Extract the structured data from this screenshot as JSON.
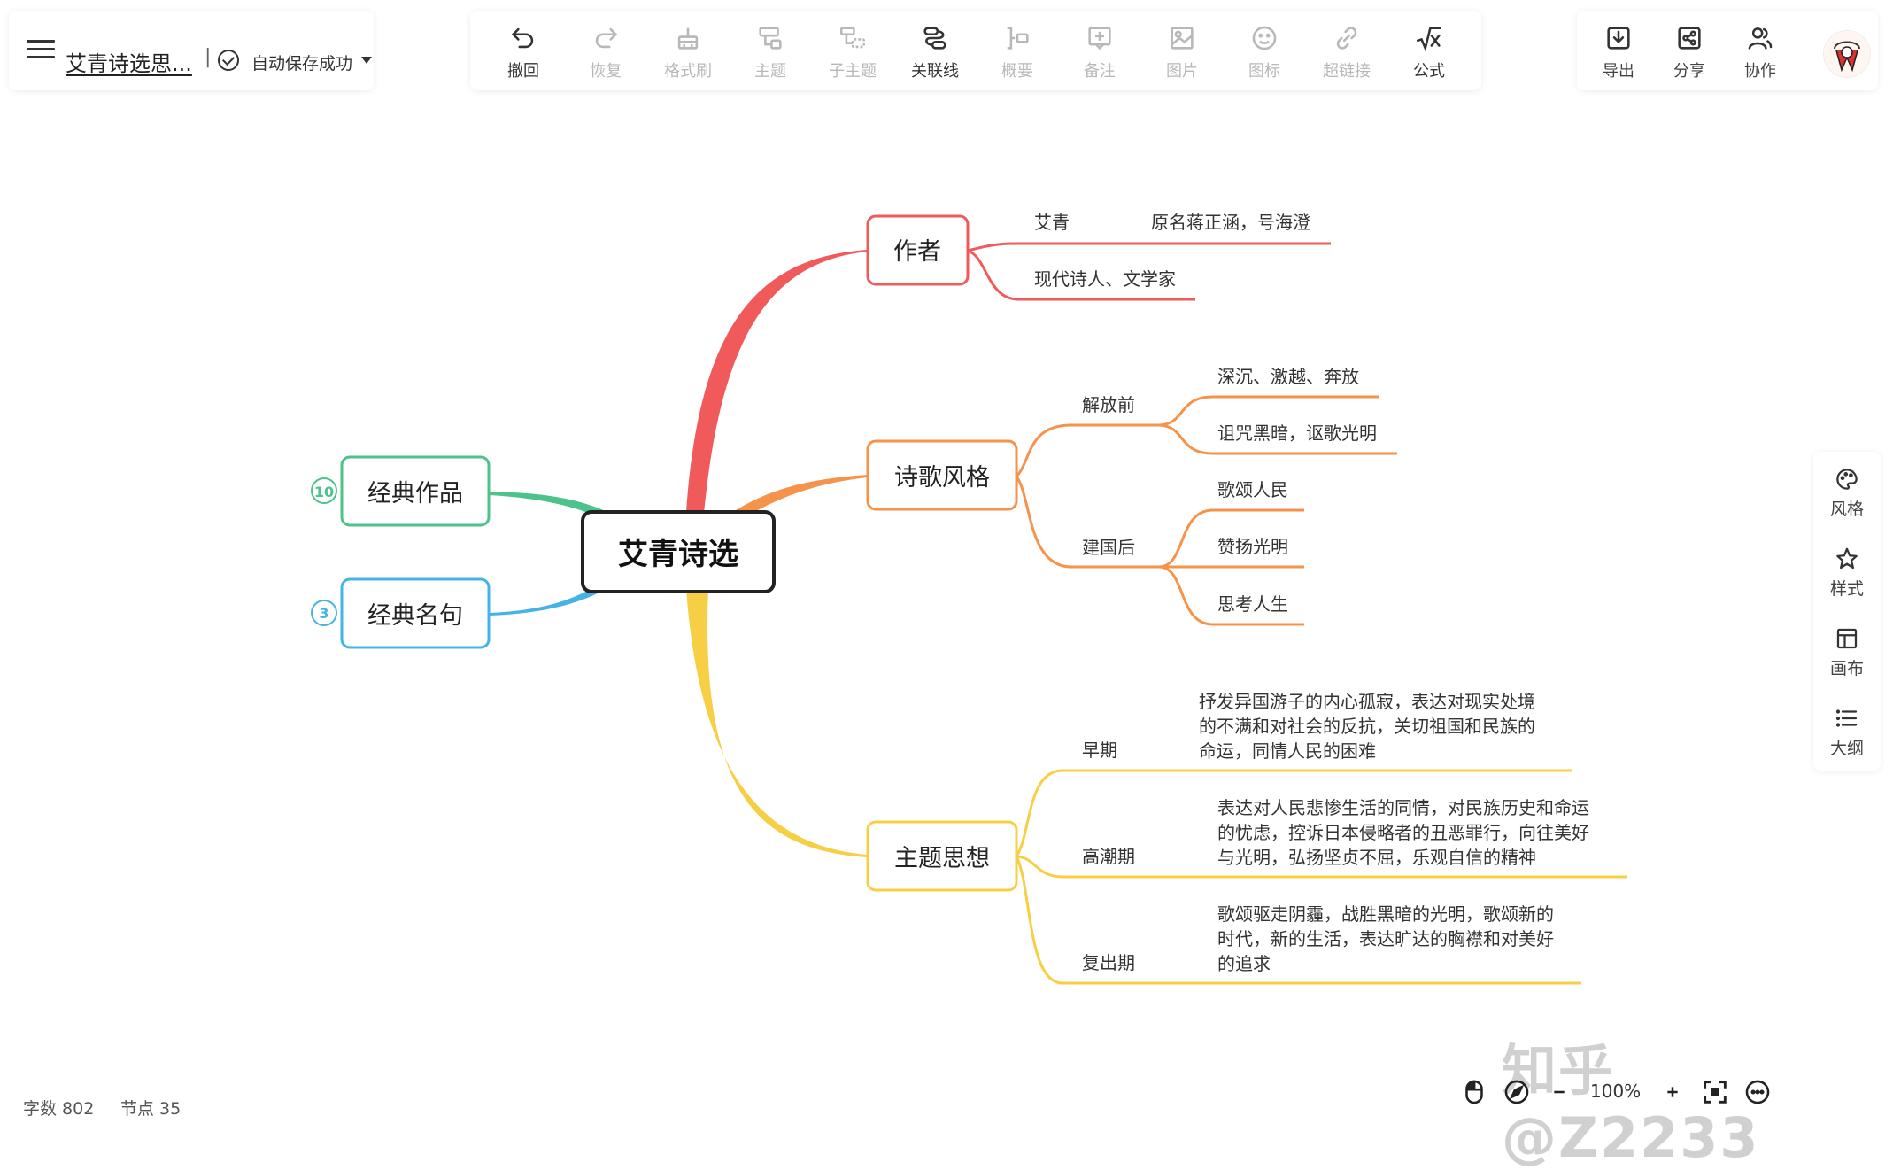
{
  "app": {
    "doc_title": "艾青诗选思...",
    "title_separator": "|",
    "save_status": "自动保存成功"
  },
  "toolbar": [
    {
      "label": "撤回",
      "icon": "undo-icon",
      "enabled": true
    },
    {
      "label": "恢复",
      "icon": "redo-icon",
      "enabled": false
    },
    {
      "label": "格式刷",
      "icon": "format-painter-icon",
      "enabled": false
    },
    {
      "label": "主题",
      "icon": "topic-icon",
      "enabled": false
    },
    {
      "label": "子主题",
      "icon": "subtopic-icon",
      "enabled": false
    },
    {
      "label": "关联线",
      "icon": "relation-line-icon",
      "enabled": true
    },
    {
      "label": "概要",
      "icon": "summary-icon",
      "enabled": false
    },
    {
      "label": "备注",
      "icon": "note-icon",
      "enabled": false
    },
    {
      "label": "图片",
      "icon": "image-icon",
      "enabled": false
    },
    {
      "label": "图标",
      "icon": "emoji-icon",
      "enabled": false
    },
    {
      "label": "超链接",
      "icon": "link-icon",
      "enabled": false
    },
    {
      "label": "公式",
      "icon": "formula-icon",
      "enabled": true
    }
  ],
  "right_toolbar": [
    {
      "label": "导出",
      "icon": "export-icon"
    },
    {
      "label": "分享",
      "icon": "share-icon"
    },
    {
      "label": "协作",
      "icon": "collaborate-icon"
    }
  ],
  "side_panel": [
    {
      "label": "风格",
      "icon": "palette-icon"
    },
    {
      "label": "样式",
      "icon": "style-pin-icon"
    },
    {
      "label": "画布",
      "icon": "canvas-layout-icon"
    },
    {
      "label": "大纲",
      "icon": "outline-list-icon"
    }
  ],
  "mindmap": {
    "root": "艾青诗选",
    "left_branches": [
      {
        "label": "经典作品",
        "badge": "10",
        "color": "#4cc38a"
      },
      {
        "label": "经典名句",
        "badge": "3",
        "color": "#45b3e7"
      }
    ],
    "author": {
      "label": "作者",
      "color": "#f15a5a",
      "children": [
        {
          "label": "艾青",
          "detail": "原名蒋正涵，号海澄"
        },
        {
          "label": "现代诗人、文学家"
        }
      ]
    },
    "style": {
      "label": "诗歌风格",
      "color": "#f5934a",
      "groups": [
        {
          "label": "解放前",
          "items": [
            "深沉、激越、奔放",
            "诅咒黑暗，讴歌光明"
          ]
        },
        {
          "label": "建国后",
          "items": [
            "歌颂人民",
            "赞扬光明",
            "思考人生"
          ]
        }
      ]
    },
    "theme": {
      "label": "主题思想",
      "color": "#f7cf45",
      "periods": [
        {
          "label": "早期",
          "lines": [
            "抒发异国游子的内心孤寂，表达对现实处境",
            "的不满和对社会的反抗，关切祖国和民族的",
            "命运，同情人民的困难"
          ]
        },
        {
          "label": "高潮期",
          "lines": [
            "表达对人民悲惨生活的同情，对民族历史和命运",
            "的忧虑，控诉日本侵略者的丑恶罪行，向往美好",
            "与光明，弘扬坚贞不屈，乐观自信的精神"
          ]
        },
        {
          "label": "复出期",
          "lines": [
            "歌颂驱走阴霾，战胜黑暗的光明，歌颂新的",
            "时代，新的生活，表达旷达的胸襟和对美好",
            "的追求"
          ]
        }
      ]
    }
  },
  "status": {
    "word_count": "字数 802",
    "node_count": "节点 35",
    "zoom": "100%"
  },
  "watermark": "知乎 @Z2233"
}
